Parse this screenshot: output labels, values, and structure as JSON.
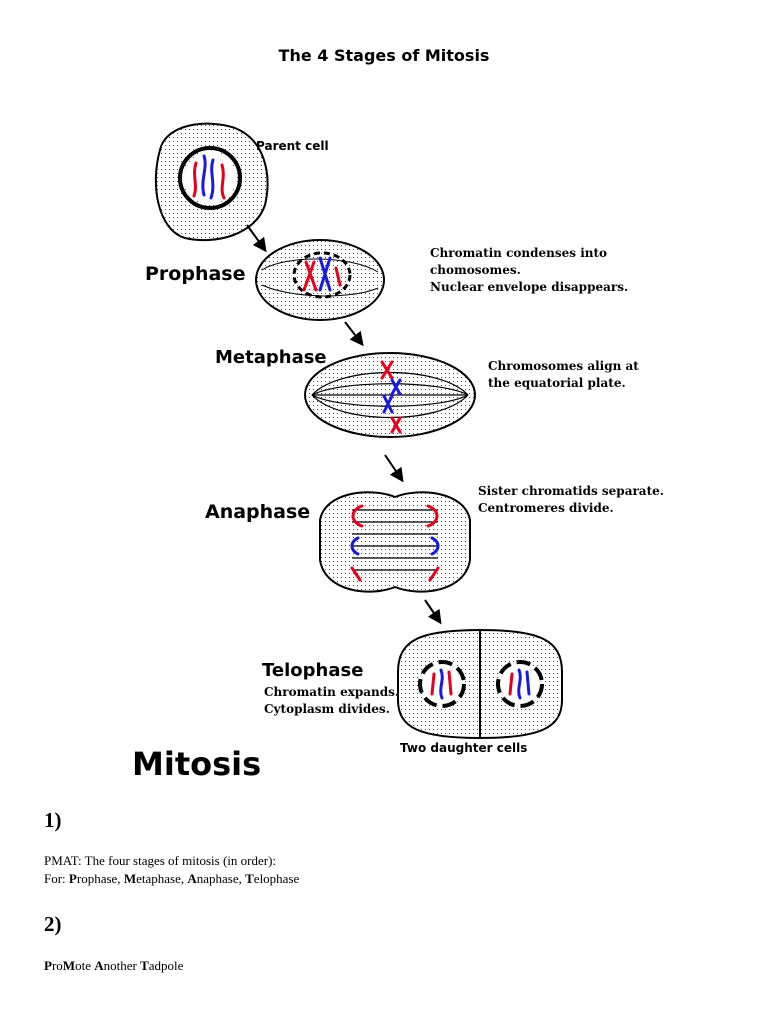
{
  "title": "The 4 Stages of Mitosis",
  "figure": {
    "heading": "Mitosis",
    "parent_label": "Parent cell",
    "daughter_label": "Two daughter cells",
    "stages": [
      {
        "name": "Prophase",
        "desc": [
          "Chromatin condenses into",
          "chomosomes.",
          "Nuclear envelope disappears."
        ]
      },
      {
        "name": "Metaphase",
        "desc": [
          "Chromosomes align at",
          "the equatorial plate."
        ]
      },
      {
        "name": "Anaphase",
        "desc": [
          "Sister chromatids separate.",
          "Centromeres divide."
        ]
      },
      {
        "name": "Telophase",
        "desc": [
          "Chromatin expands.",
          "Cytoplasm divides."
        ]
      }
    ],
    "colors": {
      "chromosome_a": "#e8001c",
      "chromosome_b": "#1a1adc"
    }
  },
  "sections": [
    {
      "number": "1)",
      "lines": [
        [
          {
            "t": "PMAT:",
            "b": true
          },
          {
            "t": " The four stages of mitosis (in order):",
            "b": false
          }
        ],
        [
          {
            "t": "For: ",
            "b": false
          },
          {
            "t": "P",
            "b": true
          },
          {
            "t": "rophase, ",
            "b": false
          },
          {
            "t": "M",
            "b": true
          },
          {
            "t": "etaphase, ",
            "b": false
          },
          {
            "t": "A",
            "b": true
          },
          {
            "t": "naphase, ",
            "b": false
          },
          {
            "t": "T",
            "b": true
          },
          {
            "t": "elophase",
            "b": false
          }
        ]
      ]
    },
    {
      "number": "2)",
      "lines": [
        [
          {
            "t": "P",
            "b": true
          },
          {
            "t": "ro",
            "b": false
          },
          {
            "t": "M",
            "b": true
          },
          {
            "t": "ote ",
            "b": false
          },
          {
            "t": "A",
            "b": true
          },
          {
            "t": "nother ",
            "b": false
          },
          {
            "t": "T",
            "b": true
          },
          {
            "t": "adpole",
            "b": false
          }
        ]
      ]
    }
  ]
}
